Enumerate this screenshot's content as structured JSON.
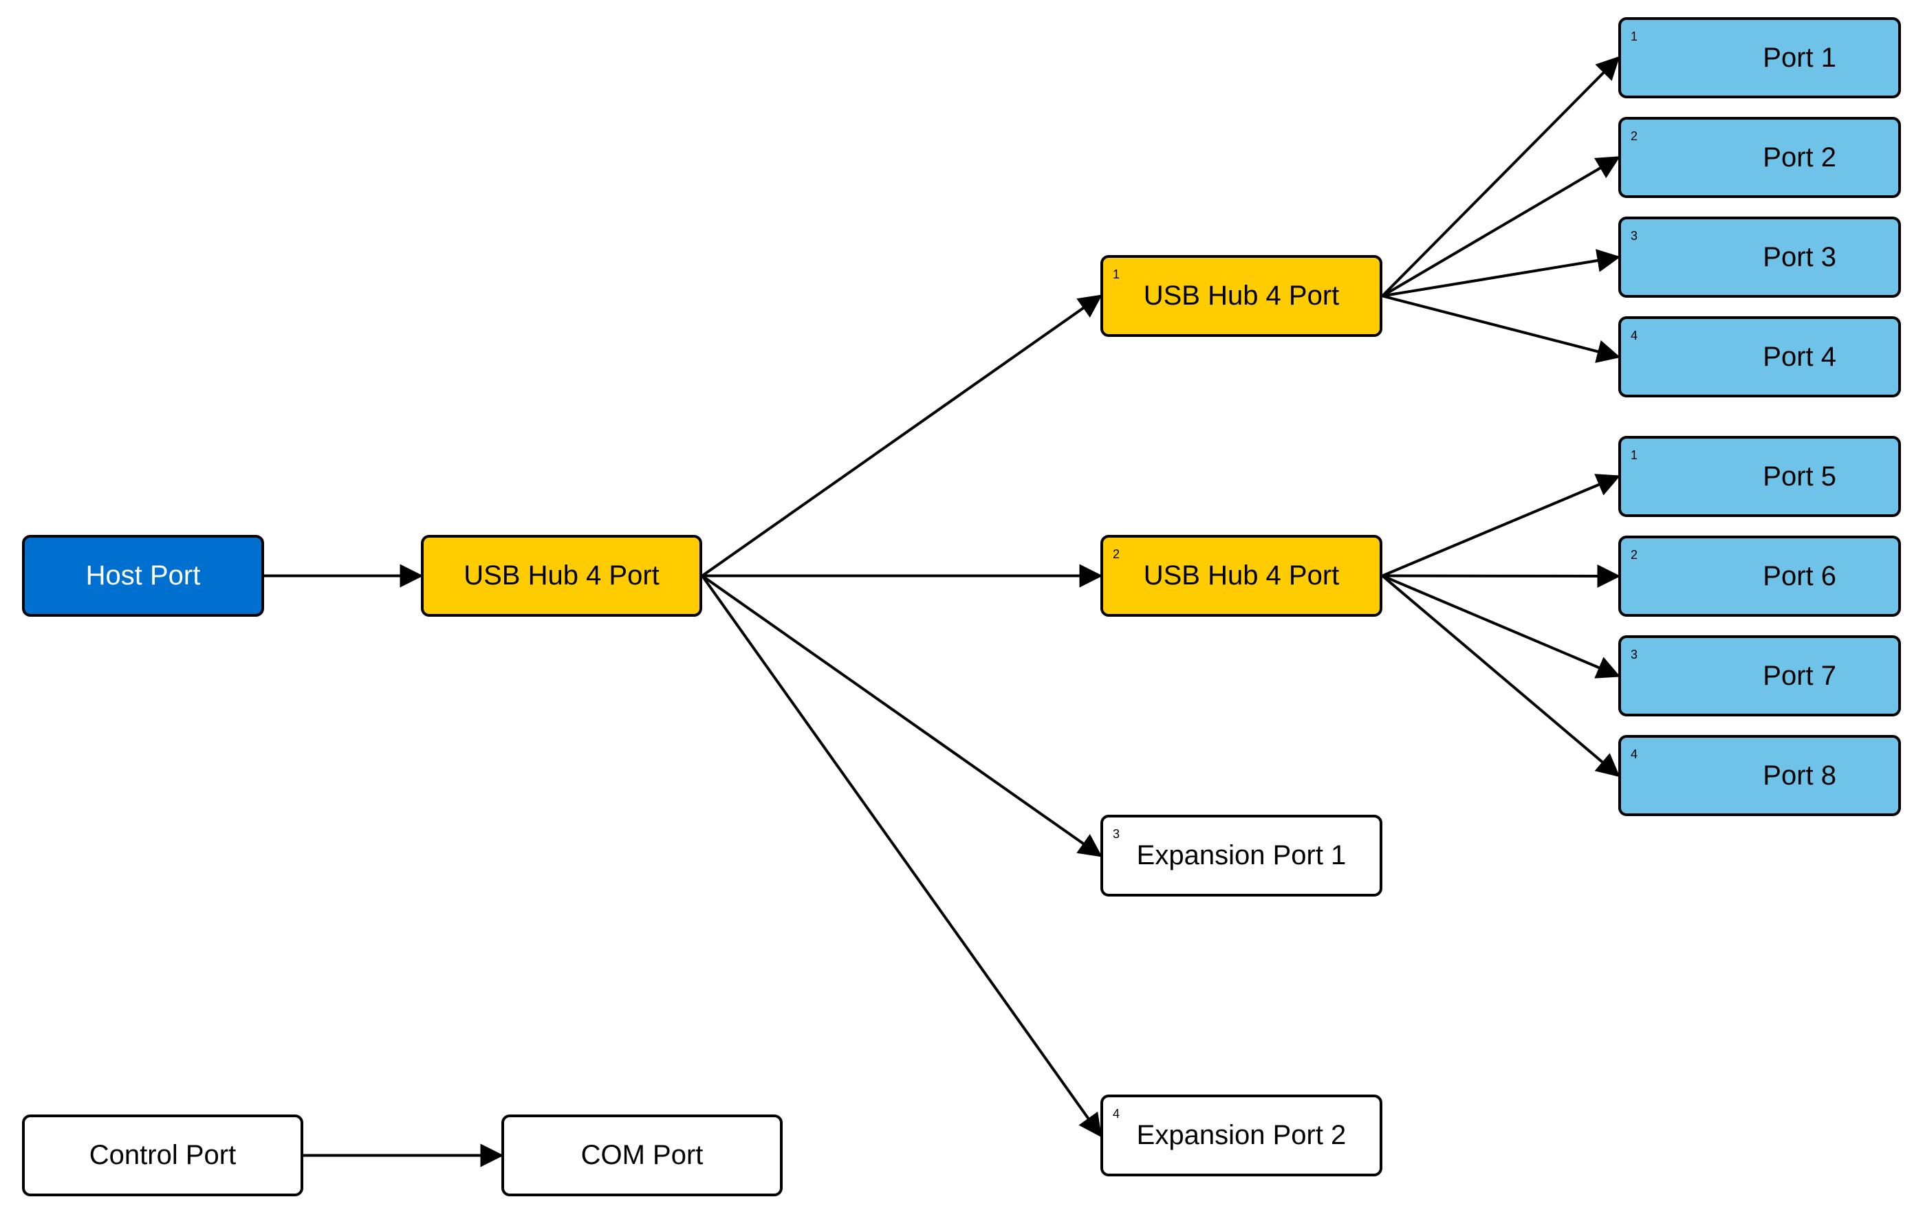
{
  "colors": {
    "host": "#0070d0",
    "hub": "#ffcc00",
    "port": "#70c3e8",
    "plain": "#ffffff",
    "line": "#000000"
  },
  "nodes": {
    "host_port": {
      "label": "Host Port"
    },
    "hub_main": {
      "label": "USB Hub 4 Port"
    },
    "hub_a": {
      "label": "USB Hub 4 Port",
      "num": "1"
    },
    "hub_b": {
      "label": "USB Hub 4 Port",
      "num": "2"
    },
    "expansion_1": {
      "label": "Expansion Port 1",
      "num": "3"
    },
    "expansion_2": {
      "label": "Expansion Port 2",
      "num": "4"
    },
    "port_1": {
      "label": "Port 1",
      "num": "1"
    },
    "port_2": {
      "label": "Port 2",
      "num": "2"
    },
    "port_3": {
      "label": "Port 3",
      "num": "3"
    },
    "port_4": {
      "label": "Port 4",
      "num": "4"
    },
    "port_5": {
      "label": "Port 5",
      "num": "1"
    },
    "port_6": {
      "label": "Port 6",
      "num": "2"
    },
    "port_7": {
      "label": "Port 7",
      "num": "3"
    },
    "port_8": {
      "label": "Port 8",
      "num": "4"
    },
    "control_port": {
      "label": "Control Port"
    },
    "com_port": {
      "label": "COM Port"
    }
  },
  "connections": [
    {
      "from": "host_port",
      "to": "hub_main"
    },
    {
      "from": "hub_main",
      "to": "hub_a"
    },
    {
      "from": "hub_main",
      "to": "hub_b"
    },
    {
      "from": "hub_main",
      "to": "expansion_1"
    },
    {
      "from": "hub_main",
      "to": "expansion_2"
    },
    {
      "from": "hub_a",
      "to": "port_1"
    },
    {
      "from": "hub_a",
      "to": "port_2"
    },
    {
      "from": "hub_a",
      "to": "port_3"
    },
    {
      "from": "hub_a",
      "to": "port_4"
    },
    {
      "from": "hub_b",
      "to": "port_5"
    },
    {
      "from": "hub_b",
      "to": "port_6"
    },
    {
      "from": "hub_b",
      "to": "port_7"
    },
    {
      "from": "hub_b",
      "to": "port_8"
    },
    {
      "from": "control_port",
      "to": "com_port"
    }
  ]
}
